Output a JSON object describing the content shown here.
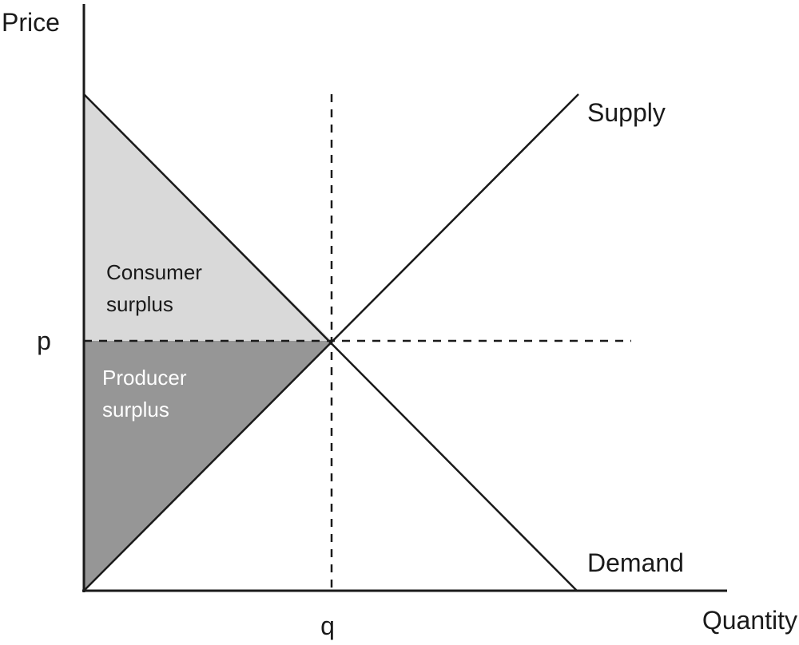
{
  "axes": {
    "y_title": "Price",
    "x_title": "Quantity"
  },
  "ticks": {
    "price": "p",
    "quantity": "q"
  },
  "curves": {
    "supply": "Supply",
    "demand": "Demand"
  },
  "areas": {
    "consumer": {
      "line1": "Consumer",
      "line2": "surplus",
      "fill": "#d9d9d9",
      "text_color": "#1a1a1a"
    },
    "producer": {
      "line1": "Producer",
      "line2": "surplus",
      "fill": "#969696",
      "text_color": "#ffffff"
    }
  },
  "colors": {
    "line": "#1a1a1a",
    "background": "#ffffff"
  }
}
